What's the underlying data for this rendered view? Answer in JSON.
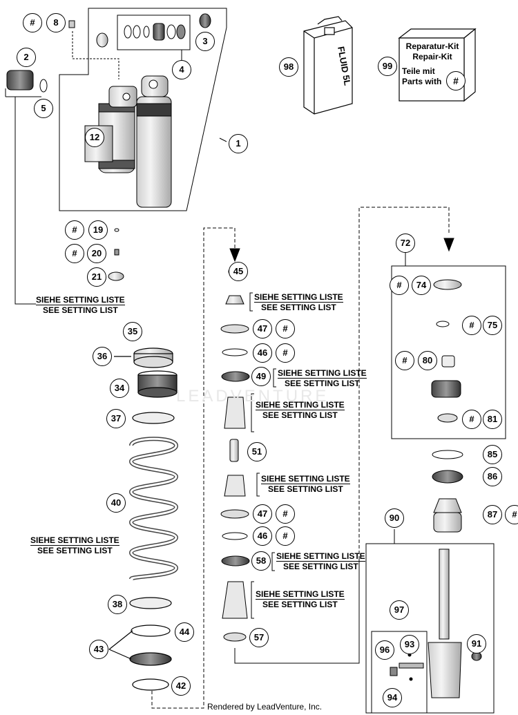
{
  "callouts": [
    "#",
    "8",
    "2",
    "5",
    "3",
    "4",
    "12",
    "1",
    "98",
    "99",
    "#",
    "19",
    "#",
    "20",
    "21",
    "45",
    "72",
    "#",
    "74",
    "#",
    "75",
    "#",
    "80",
    "#",
    "81",
    "35",
    "36",
    "34",
    "37",
    "40",
    "47",
    "#",
    "46",
    "#",
    "49",
    "51",
    "47",
    "#",
    "46",
    "#",
    "58",
    "85",
    "86",
    "87",
    "#",
    "90",
    "38",
    "44",
    "43",
    "42",
    "57",
    "97",
    "96",
    "93",
    "91",
    "94"
  ],
  "setting_labels": {
    "line1": "SIEHE SETTING LISTE",
    "line2": "SEE SETTING LIST"
  },
  "repair_kit": {
    "line1": "Reparatur-Kit",
    "line2": "Repair-Kit",
    "line3": "Teile mit",
    "line4": "Parts with",
    "symbol": "#"
  },
  "fluid_can": {
    "label": "FLUID",
    "size": "5L"
  },
  "watermark": "LEADVENTURE",
  "footer": "Rendered by LeadVenture, Inc."
}
